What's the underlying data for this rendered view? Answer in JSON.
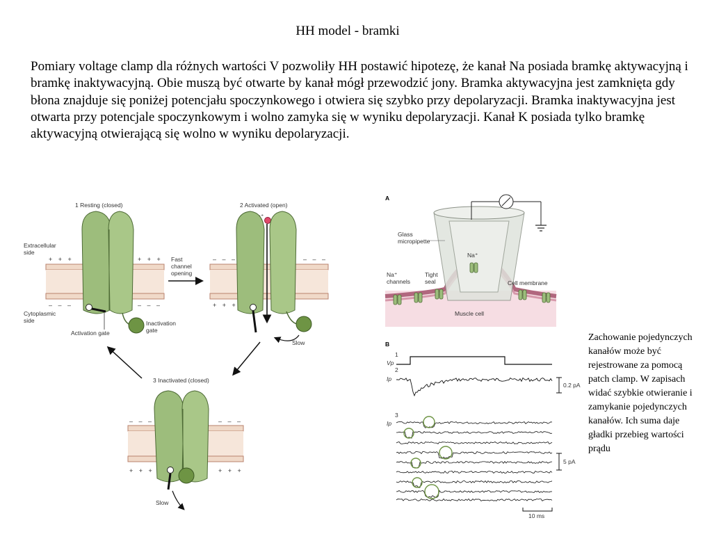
{
  "slide": {
    "title": "HH model - bramki",
    "paragraph": "Pomiary voltage clamp dla różnych wartości V pozwoliły HH postawić hipotezę, że kanał Na posiada bramkę aktywacyjną i bramkę inaktywacyjną. Obie muszą być otwarte by kanał mógł przewodzić jony. Bramka aktywacyjna jest zamknięta gdy błona znajduje się poniżej potencjału spoczynkowego i otwiera się szybko przy depolaryzacji. Bramka inaktywacyjna jest otwarta przy potencjale spoczynkowym i wolno zamyka się w wyniku depolaryzacji. Kanał K posiada tylko bramkę aktywacyjną otwierającą się wolno w wyniku depolaryzacji.",
    "side_note": "Zachowanie pojedynczych kanałów może być rejestrowane za pomocą patch clamp. W zapisach widać szybkie otwieranie i zamykanie pojedynczych kanałów. Ich suma daje gładki przebieg wartości prądu"
  },
  "gate_figure": {
    "state1": "1  Resting (closed)",
    "state2": "2  Activated (open)",
    "state3": "3  Inactivated (closed)",
    "extracellular": [
      "Extracellular",
      "side"
    ],
    "cytoplasmic": [
      "Cytoplasmic",
      "side"
    ],
    "fast_opening": [
      "Fast",
      "channel",
      "opening"
    ],
    "activation_gate": "Activation gate",
    "inactivation_gate": [
      "Inactivation",
      "gate"
    ],
    "slow": "Slow",
    "na_ion": "Na⁺",
    "plus": "+ + +",
    "minus": "– – –",
    "colors": {
      "channel": "#9dbd7c",
      "channel_stroke": "#4d6a35",
      "membrane": "#f0d9c8",
      "membrane_stroke": "#b9826d",
      "ball": "#6e9444",
      "ion": "#e04a6a"
    }
  },
  "patch_figure": {
    "panel_a": "A",
    "panel_b": "B",
    "glass": [
      "Glass",
      "micropipette"
    ],
    "na_channel": "Na⁺",
    "na_channels": [
      "Na⁺",
      "channels"
    ],
    "tight_seal": [
      "Tight",
      "seal"
    ],
    "cell_membrane": "Cell membrane",
    "muscle_cell": "Muscle cell",
    "trace1_num": "1",
    "trace2_num": "2",
    "trace3_num": "3",
    "vp": "Vp",
    "ip": "Ip",
    "ip3": "Ip",
    "scale_02": "0.2 pA",
    "scale_5": "5 pA",
    "scale_time": "10 ms"
  }
}
